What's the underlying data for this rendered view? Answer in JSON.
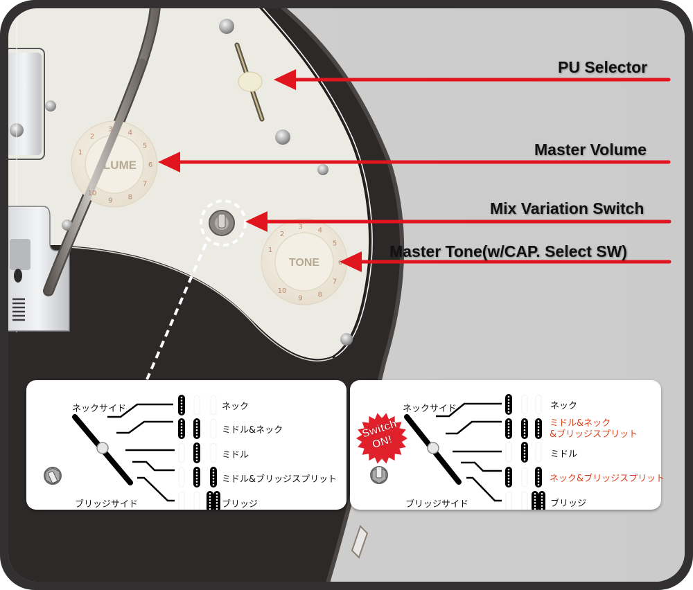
{
  "colors": {
    "frame": "#323030",
    "background": "#cdcdcd",
    "pickguard": "#ecebe3",
    "guitar_body": "#2c2928",
    "arrow_red": "#e0151d",
    "highlight_text": "#d9411d",
    "badge_red": "#e0202a"
  },
  "callouts": [
    {
      "id": "pu-selector",
      "label": "PU Selector"
    },
    {
      "id": "master-volume",
      "label": "Master Volume"
    },
    {
      "id": "mix-variation-switch",
      "label": "Mix Variation Switch"
    },
    {
      "id": "master-tone",
      "label": "Master Tone(w/CAP. Select  SW)"
    }
  ],
  "knobs": {
    "volume": {
      "label": "VOLUME",
      "visible_text": "LUME",
      "numbers": [
        "1",
        "2",
        "3",
        "4",
        "5",
        "6",
        "7",
        "8",
        "9",
        "10"
      ]
    },
    "tone": {
      "label": "TONE",
      "numbers": [
        "1",
        "2",
        "3",
        "4",
        "5",
        "6",
        "7",
        "8",
        "9",
        "10"
      ]
    }
  },
  "diagrams": [
    {
      "id": "switch-off",
      "neck_side": "ネックサイド",
      "bridge_side": "ブリッジサイド",
      "toggle_state": "off",
      "positions": [
        {
          "label": "ネック",
          "highlight": false,
          "pickups": {
            "neck": "single",
            "middle": "none",
            "bridge": "none"
          }
        },
        {
          "label": "ミドル&ネック",
          "highlight": false,
          "pickups": {
            "neck": "single",
            "middle": "single",
            "bridge": "none"
          }
        },
        {
          "label": "ミドル",
          "highlight": false,
          "pickups": {
            "neck": "none",
            "middle": "single",
            "bridge": "none"
          }
        },
        {
          "label": "ミドル&ブリッジスプリット",
          "highlight": false,
          "pickups": {
            "neck": "none",
            "middle": "single",
            "bridge": "split"
          }
        },
        {
          "label": "ブリッジ",
          "highlight": false,
          "pickups": {
            "neck": "none",
            "middle": "none",
            "bridge": "humbucker"
          }
        }
      ]
    },
    {
      "id": "switch-on",
      "badge_line1": "Switch",
      "badge_line2": "ON!",
      "neck_side": "ネックサイド",
      "bridge_side": "ブリッジサイド",
      "toggle_state": "on",
      "positions": [
        {
          "label": "ネック",
          "highlight": false,
          "pickups": {
            "neck": "single",
            "middle": "none",
            "bridge": "none"
          }
        },
        {
          "label": "ミドル&ネック",
          "label_line2": "&ブリッジスプリット",
          "highlight": true,
          "pickups": {
            "neck": "single",
            "middle": "single",
            "bridge": "split"
          }
        },
        {
          "label": "ミドル",
          "highlight": false,
          "pickups": {
            "neck": "none",
            "middle": "single",
            "bridge": "none"
          }
        },
        {
          "label": "ネック&ブリッジスプリット",
          "highlight": true,
          "pickups": {
            "neck": "single",
            "middle": "none",
            "bridge": "split"
          }
        },
        {
          "label": "ブリッジ",
          "highlight": false,
          "pickups": {
            "neck": "none",
            "middle": "none",
            "bridge": "humbucker"
          }
        }
      ]
    }
  ]
}
